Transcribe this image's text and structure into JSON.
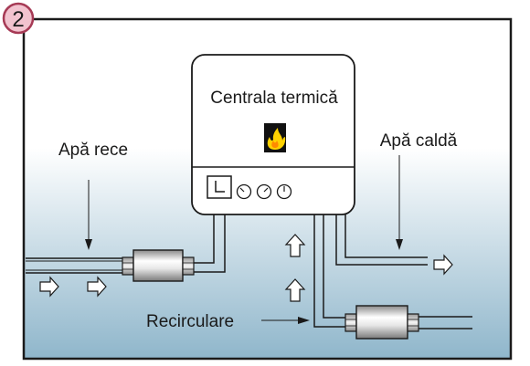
{
  "step_badge": "2",
  "boiler": {
    "title": "Centrala termică",
    "flame_icon": "flame-icon",
    "clock_icon": "clock-icon",
    "dial_icons": [
      "dial-icon",
      "dial-icon",
      "dial-icon"
    ]
  },
  "labels": {
    "cold_water": "Apă rece",
    "hot_water": "Apă caldă",
    "recirculation": "Recirculare"
  },
  "colors": {
    "background_top": "#ffffff",
    "background_bottom": "#8fb6cb",
    "badge_fill": "#f2c3cf",
    "badge_stroke": "#a63a55",
    "flame_bg": "#111111",
    "flame": "#ffd200"
  }
}
